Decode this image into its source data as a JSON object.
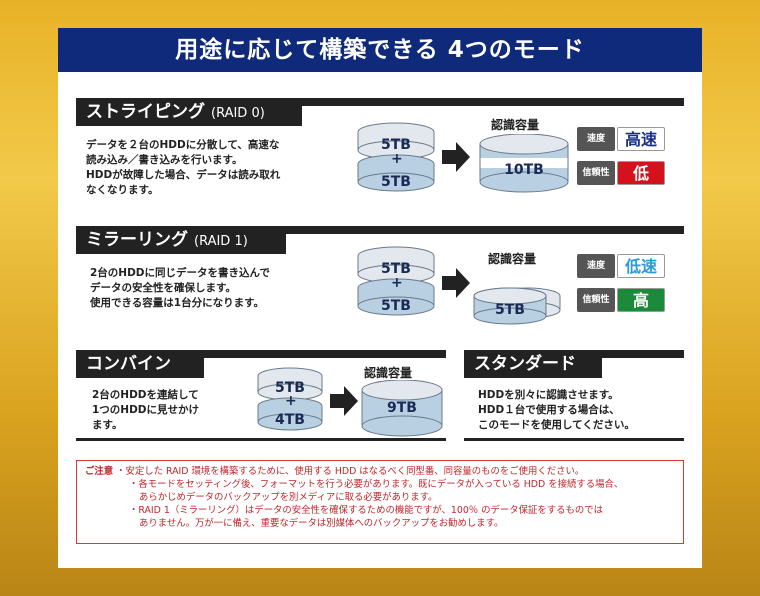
{
  "title": "用途に応じて構築できる 4つのモード",
  "striping": {
    "name": "ストライピング",
    "raid": "(RAID 0)",
    "desc": [
      "データを２台のHDDに分散して、高速な",
      "読み込み／書き込みを行います。",
      "HDDが故障した場合、データは読み取れ",
      "なくなります。"
    ],
    "disk1": "5TB",
    "disk2": "5TB",
    "plus": "+",
    "cap_label": "認識容量",
    "cap": "10TB",
    "speed_key": "速度",
    "speed_val": "高速",
    "speed_color": "#1a2f8a",
    "rel_key": "信頼性",
    "rel_val": "低",
    "rel_color": "#d3121d"
  },
  "mirroring": {
    "name": "ミラーリング",
    "raid": "(RAID 1)",
    "desc": [
      "2台のHDDに同じデータを書き込んで",
      "データの安全性を確保します。",
      "使用できる容量は1台分になります。"
    ],
    "disk1": "5TB",
    "disk2": "5TB",
    "plus": "+",
    "cap_label": "認識容量",
    "cap": "5TB",
    "speed_key": "速度",
    "speed_val": "低速",
    "speed_color": "#2a9bd6",
    "rel_key": "信頼性",
    "rel_val": "高",
    "rel_color": "#1b8a3a"
  },
  "combine": {
    "name": "コンバイン",
    "desc": [
      "2台のHDDを連結して",
      "1つのHDDに見せかけ",
      "ます。"
    ],
    "disk1": "5TB",
    "disk2": "4TB",
    "plus": "+",
    "cap_label": "認識容量",
    "cap": "9TB"
  },
  "standard": {
    "name": "スタンダード",
    "desc": [
      "HDDを別々に認識させます。",
      "HDD１台で使用する場合は、",
      "このモードを使用してください。"
    ]
  },
  "notes": {
    "label": "ご注意",
    "lines": [
      "・安定した RAID 環境を構築するために、使用する HDD はなるべく同型番、同容量のものをご使用ください。",
      "・各モードをセッティング後、フォーマットを行う必要があります。既にデータが入っている HDD を接続する場合、",
      "あらかじめデータのバックアップを別メディアに取る必要があります。",
      "・RAID 1（ミラーリング）はデータの安全性を確保するための機能ですが、100％ のデータ保証をするものでは",
      "ありません。万が一に備え、重要なデータは別媒体へのバックアップをお勧めします。"
    ]
  }
}
